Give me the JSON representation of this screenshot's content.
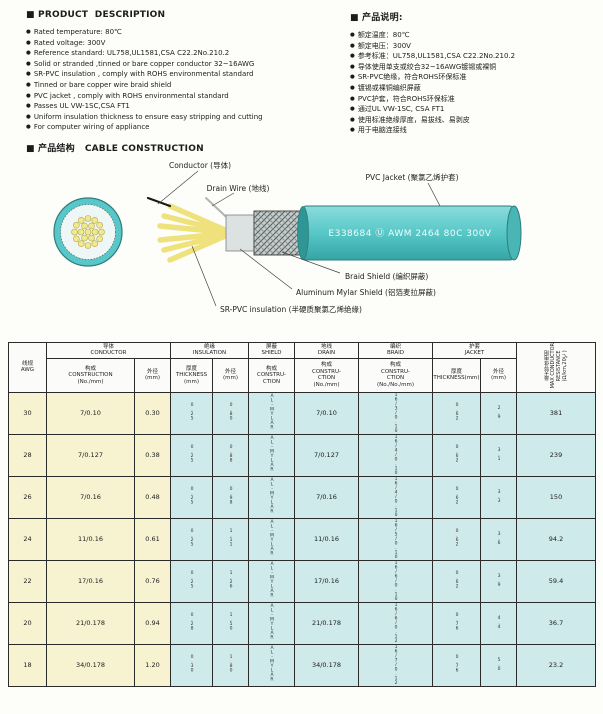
{
  "colors": {
    "jacket_cyan": "#57c7c7",
    "table_cream": "#f7f2d0",
    "table_cyan": "#cfeaea",
    "core_yellow": "#efe27d"
  },
  "bullet": "●",
  "product_description": {
    "title_en": "■ PRODUCT  DESCRIPTION",
    "items_en": [
      "Rated temperature: 80℃",
      "Rated voltage: 300V",
      "Reference standard: UL758,UL1581,CSA C22.2No.210.2",
      "Solid or stranded ,tinned or bare copper conductor 32~16AWG",
      "SR-PVC insulation , comply with ROHS environmental standard",
      "Tinned or bare copper wire braid shield",
      "PVC jacket , comply with ROHS environmental standard",
      "Passes UL VW-1SC,CSA FT1",
      "Uniform insulation thickness to ensure easy stripping and cutting",
      "For computer wiring of appliance"
    ],
    "title_cn": "■ 产品说明:",
    "items_cn": [
      "额定温度：80℃",
      "额定电压：300V",
      "参考标准：UL758,UL1581,CSA C22.2No.210.2",
      "导体使用单支或绞合32~16AWG镀锡或裸铜",
      "SR-PVC绝缘，符合ROHS环保标准",
      "镀锡或裸铜编织屏蔽",
      "PVC护套，符合ROHS环保标准",
      "通过UL VW-1SC, CSA FT1",
      "使用标准绝缘厚度，易拔线、易剥皮",
      "用于电脑连接线"
    ]
  },
  "construction": {
    "title": "■ 产品结构   CABLE CONSTRUCTION",
    "jacket_print": "E338684  Ⓤ  AWM 2464 80C 300V",
    "labels": {
      "conductor": "Conductor (导体)",
      "drain_wire": "Drain Wire (地线)",
      "pvc_jacket": "PVC Jacket (聚氯乙烯护套)",
      "braid_shield": "Braid Shield (编织屏蔽)",
      "aluminum_mylar": "Aluminum Mylar Shield (铝箔麦拉屏蔽)",
      "sr_pvc": "SR-PVC insulation (半硬质聚氯乙烯绝缘)"
    }
  },
  "spec_table": {
    "headers": {
      "awg": "线规\nAWG",
      "conductor_group": "导体\nCONDUCTOR",
      "conductor_construction": "构成\nCONSTRUCTION\n(No./mm)",
      "conductor_od": "外径\n(mm)",
      "insulation_group": "绝缘\nINSULATION",
      "insulation_thickness": "厚度\nTHICKNESS\n(mm)",
      "insulation_od": "外径\n(mm)",
      "shield_group": "屏蔽\nSHIELD",
      "shield_construction": "构成\nCONSTRU-\nCTION",
      "drain_group": "地线\nDRAIN",
      "drain_construction": "构成\nCONSTRU-\nCTION\n(No./mm)",
      "braid_group": "编织\nBRAID",
      "braid_construction": "构成\nCONSTRU-\nCTION\n(No./No./mm)",
      "jacket_group": "护套\nJACKET",
      "jacket_thickness": "厚度\nTHICKNESS(mm)",
      "jacket_od": "外径\n(mm)",
      "resistance": "最大导体电阻\nMAX CONDUCTOR\nRESISTANCE\n(Ω/km,20℃)"
    },
    "rows": [
      {
        "awg": "30",
        "cond": "7/0.10",
        "cond_od": "0.30",
        "ins_t": "0.25",
        "ins_od": "0.80",
        "shield": "AL-MYLAR",
        "drain": "7/0.10",
        "braid": "16/3/0.10",
        "jkt_t": "0.62",
        "jkt_od": "2.9",
        "res": "381"
      },
      {
        "awg": "28",
        "cond": "7/0.127",
        "cond_od": "0.38",
        "ins_t": "0.25",
        "ins_od": "0.88",
        "shield": "AL-MYLAR",
        "drain": "7/0.127",
        "braid": "16/4/0.10",
        "jkt_t": "0.62",
        "jkt_od": "3.1",
        "res": "239"
      },
      {
        "awg": "26",
        "cond": "7/0.16",
        "cond_od": "0.48",
        "ins_t": "0.25",
        "ins_od": "0.98",
        "shield": "AL-MYLAR",
        "drain": "7/0.16",
        "braid": "16/4/0.10",
        "jkt_t": "0.62",
        "jkt_od": "3.3",
        "res": "150"
      },
      {
        "awg": "24",
        "cond": "11/0.16",
        "cond_od": "0.61",
        "ins_t": "0.25",
        "ins_od": "1.11",
        "shield": "AL-MYLAR",
        "drain": "11/0.16",
        "braid": "16/5/0.10",
        "jkt_t": "0.62",
        "jkt_od": "3.6",
        "res": "94.2"
      },
      {
        "awg": "22",
        "cond": "17/0.16",
        "cond_od": "0.76",
        "ins_t": "0.25",
        "ins_od": "1.26",
        "shield": "AL-MYLAR",
        "drain": "17/0.16",
        "braid": "16/6/0.10",
        "jkt_t": "0.62",
        "jkt_od": "3.9",
        "res": "59.4"
      },
      {
        "awg": "20",
        "cond": "21/0.178",
        "cond_od": "0.94",
        "ins_t": "0.28",
        "ins_od": "1.50",
        "shield": "AL-MYLAR",
        "drain": "21/0.178",
        "braid": "16/6/0.12",
        "jkt_t": "0.76",
        "jkt_od": "4.4",
        "res": "36.7"
      },
      {
        "awg": "18",
        "cond": "34/0.178",
        "cond_od": "1.20",
        "ins_t": "0.30",
        "ins_od": "1.80",
        "shield": "AL-MYLAR",
        "drain": "34/0.178",
        "braid": "16/7/0.12",
        "jkt_t": "0.76",
        "jkt_od": "5.0",
        "res": "23.2"
      }
    ]
  }
}
